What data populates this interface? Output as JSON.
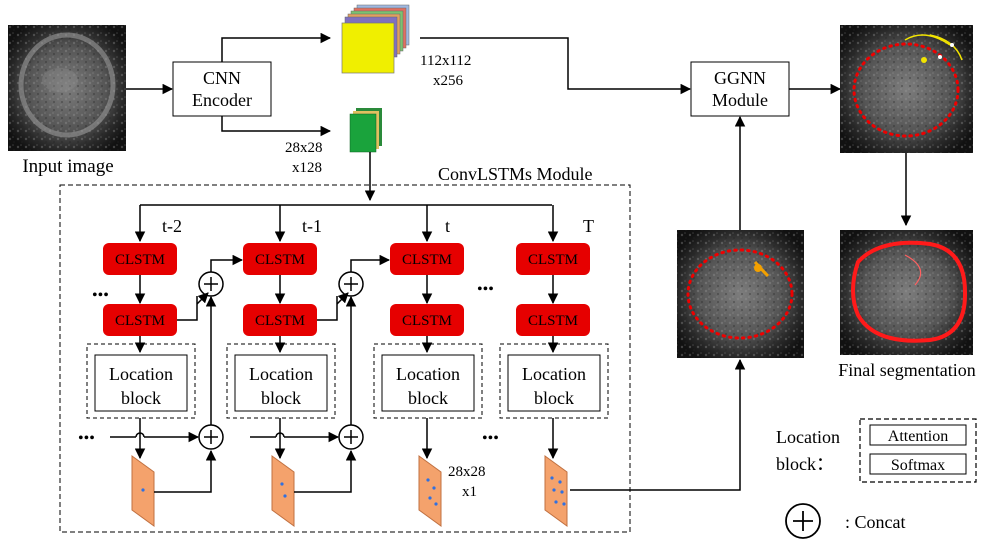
{
  "labels": {
    "input_image": "Input image",
    "cnn_line1": "CNN",
    "cnn_line2": "Encoder",
    "feat_large_line1": "112x112",
    "feat_large_line2": "x256",
    "feat_small_line1": "28x28",
    "feat_small_line2": "x128",
    "ggnn_line1": "GGNN",
    "ggnn_line2": "Module",
    "convlstm_module": "ConvLSTMs Module",
    "final_segmentation": "Final segmentation",
    "cell": "CLSTM",
    "location_line1": "Location",
    "location_line2": "block",
    "output_map_line1": "28x28",
    "output_map_line2": "x1",
    "ellipsis": "•••",
    "step_labels": [
      "t-2",
      "t-1",
      "t",
      "T"
    ]
  },
  "legend": {
    "location_block_line1": "Location",
    "location_block_line2": "block：",
    "attention": "Attention",
    "softmax": "Softmax",
    "concat_label": ": Concat"
  },
  "colors": {
    "clstm_fill": "#e60000",
    "orange_map": "#f4a26c",
    "yellow_feat": "#f0ef00",
    "green_feat": "#1aa33c"
  }
}
